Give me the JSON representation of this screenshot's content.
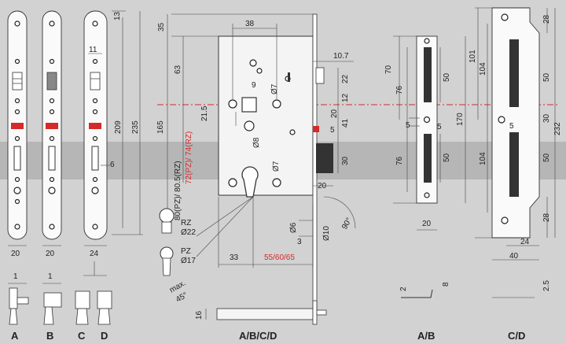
{
  "colors": {
    "background": "#d2d2d2",
    "band": "#b4b4b4",
    "red": "#d42a2a",
    "line": "#333333"
  },
  "labels": {
    "A_left": "A",
    "B_left": "B",
    "C_left": "C",
    "D_left": "D",
    "ABCD_center": "A/B/C/D",
    "AB_right": "A/B",
    "CD_right": "C/D"
  },
  "dims_faceplates": {
    "w20a": "20",
    "w20b": "20",
    "w24": "24",
    "d13": "13",
    "d11": "11",
    "d209": "209",
    "d235": "235",
    "d6": "6",
    "t1a": "1",
    "t1b": "1"
  },
  "dims_lock": {
    "d35": "35",
    "d38": "38",
    "d63": "63",
    "d9": "9",
    "d107": "10.7",
    "d22": "22",
    "d12": "12",
    "d7a": "Ø7",
    "d215": "21.5",
    "d165": "165",
    "d8": "Ø8",
    "d20a": "20",
    "d5": "5",
    "d41": "41",
    "d7b": "Ø7",
    "d80": "80(PZ)/ 80.5(RZ)",
    "d72": "72(PZ)/ 74(RZ)",
    "d30": "30",
    "d20b": "20",
    "d6": "Ø6",
    "d10": "Ø10",
    "d3": "3",
    "d90": "90°",
    "d33": "33",
    "d556065": "55/60/65",
    "d16": "16",
    "rz": "RZ",
    "rz22": "Ø22",
    "pz": "PZ",
    "pz17": "Ø17",
    "max": "max.",
    "max45": "45°"
  },
  "dims_strike_ab": {
    "d70": "70",
    "d76a": "76",
    "d50a": "50",
    "d5a": "5",
    "d5b": "5",
    "d170": "170",
    "d76b": "76",
    "d50b": "50",
    "d20": "20",
    "d2": "2",
    "d8": "8"
  },
  "dims_strike_cd": {
    "d28a": "28",
    "d101": "101",
    "d104a": "104",
    "d50a": "50",
    "d5": "5",
    "d30": "30",
    "d232": "232",
    "d104b": "104",
    "d50b": "50",
    "d28b": "28",
    "d24": "24",
    "d40": "40",
    "d25": "2.5"
  }
}
